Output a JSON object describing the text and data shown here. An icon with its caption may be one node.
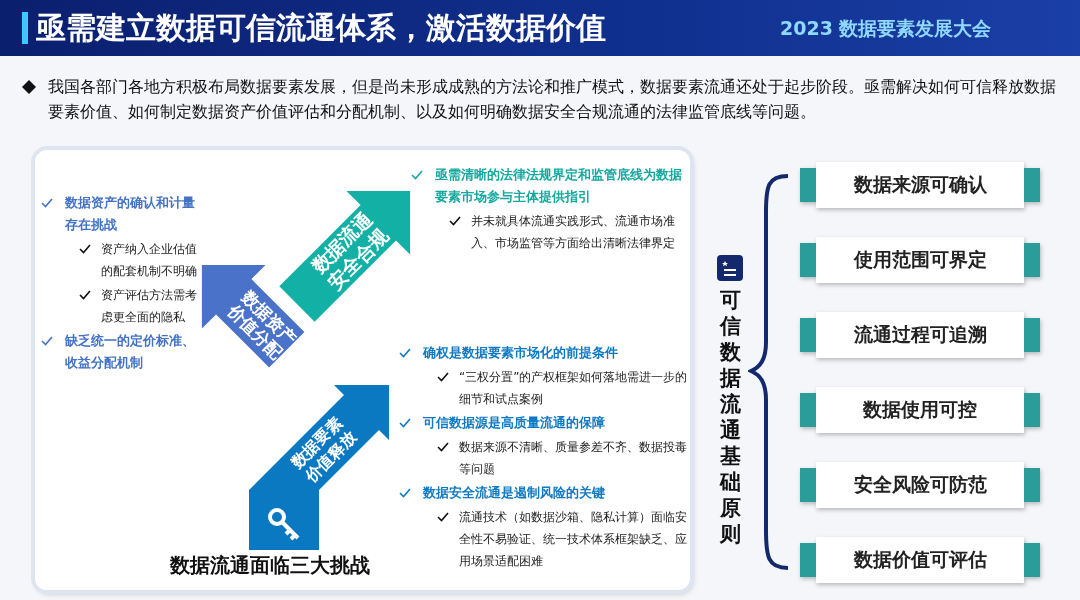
{
  "diagram": {
    "title": "亟需建立数据可信流通体系，激活数据价值",
    "nodes": [
      {
        "text": [
          "数据流通面临三大挑战"
        ]
      },
      {
        "text": [
          "数据流通安全合规"
        ],
        "in": 0,
        "beside": [
          "亟需清晰的法律法规界定和监管底线为数据要素市场参与主体提供指引",
          "并未就具体流通实践形式、流通市场准入、市场监管等方面给出清晰法律界定"
        ]
      },
      {
        "text": [
          "数据资产价值分配"
        ],
        "in": 0,
        "beside": [
          "数据资产的确认和计量存在挑战",
          "资产纳入企业估值的配套机制不明确",
          "资产评估方法需考虑更全面的隐私",
          "缺乏统一的定价标准、收益分配机制"
        ]
      },
      {
        "text": [
          "数据要素价值释放"
        ],
        "in": 0,
        "beside": [
          "确权是数据要素市场化的前提条件",
          "“三权分置”的产权框架如何落地需进一步的细节和试点案例",
          "可信数据源是高质量流通的保障",
          "数据来源不清晰、质量参差不齐、数据投毒等问题",
          "数据安全流通是遏制风险的关键",
          "流通技术（如数据沙箱、隐私计算）面临安全性不易验证、统一技术体系框架缺乏、应用场景适配困难"
        ]
      },
      {
        "text": [
          "可信数据流通基础原则"
        ]
      },
      {
        "text": [
          "数据来源可确认"
        ]
      },
      {
        "text": [
          "使用范围可界定"
        ]
      },
      {
        "text": [
          "流通过程可追溯"
        ]
      },
      {
        "text": [
          "数据使用可控"
        ]
      },
      {
        "text": [
          "安全风险可防范"
        ]
      },
      {
        "text": [
          "数据价值可评估"
        ]
      }
    ],
    "labels": [
      "2023 数据要素发展大会",
      "我国各部门各地方积极布局数据要素发展，但是尚未形成成熟的方法论和推广模式，数据要素流通还处于起步阶段。亟需解决如何可信释放数据要素价值、如何制定数据资产价值评估和分配机制、以及如何明确数据安全合规流通的法律监管底线等问题。"
    ]
  }
}
